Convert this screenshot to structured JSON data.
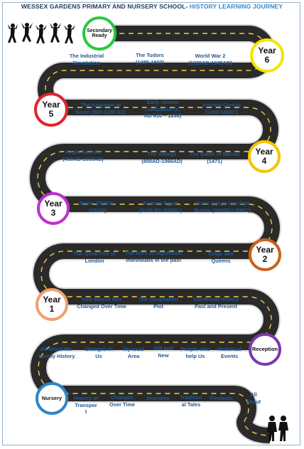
{
  "header": {
    "school": "WESSEX GARDENS PRIMARY AND NURSERY SCHOOL-",
    "subject": "HISTORY LEARNING JOURNEY"
  },
  "badges": {
    "secondary": {
      "line1": "Secondary",
      "line2": "Ready",
      "color": "#27c93f"
    },
    "year6": {
      "line1": "Year",
      "line2": "6",
      "color": "#f2e600"
    },
    "year5": {
      "line1": "Year",
      "line2": "5",
      "color": "#e0242c"
    },
    "year4": {
      "line1": "Year",
      "line2": "4",
      "color": "#f5c400"
    },
    "year3": {
      "line1": "Year",
      "line2": "3",
      "color": "#c030d0"
    },
    "year2": {
      "line1": "Year",
      "line2": "2",
      "color": "#c8621a"
    },
    "year1": {
      "line1": "Year",
      "line2": "1",
      "color": "#f0a070"
    },
    "reception": {
      "line1": "Reception",
      "line2": "",
      "color": "#7a38b0"
    },
    "nursery": {
      "line1": "Nursery",
      "line2": "",
      "color": "#2e86c8"
    }
  },
  "topics": {
    "y6": [
      "The Industrial\nRevolution",
      "The Tudors\n(1485-1603)",
      "World War 2\n(1939AD-1945AD)"
    ],
    "y5": [
      "The Kingdom of\nBenin (900-1300 AD)",
      "Early Islamic\nCivilization (c.\nAD 610 – 1258)",
      "Ancient Greece\n(1400-146BC)"
    ],
    "y4": [
      "Anglo-Saxons\n(450AD-1066AD)",
      "The Vikings\n(800AD-1066AD)",
      "The Battle of Barnet\n(1471)"
    ],
    "y3": [
      "Rome (753BC-\n476AD)",
      "Ancient Egypt\n(3100 BC-550BC)",
      "Stone Age to Iron Age\nBritain (3000BC-80BC)"
    ],
    "y2": [
      "The Great Fire of\nLondon",
      "The lives of Significant\nindividuals in the past",
      "Kings and\nQueens"
    ],
    "y1": [
      "How Barnet Has\nChanged Over Time",
      "The Gunpowder\nPlot",
      "Childhood History\nPast and Present"
    ],
    "reception": [
      "All about Me-\nFamily History",
      "Changes in\nUs",
      "My local\nArea",
      "Old and\nNew",
      "People who\nhelp Us",
      "Historical\nEvents"
    ],
    "nursery": [
      "History of\nTranspor\nt",
      "Changes\nOver Time",
      "Journeys",
      "Tradition\nal Tales",
      "Festivals",
      "All\nabout"
    ]
  },
  "colors": {
    "road": "#2a2a2a",
    "road_edge": "#d9d9d9",
    "dash": "#f4d03f",
    "label_text": "#1f5a96"
  }
}
